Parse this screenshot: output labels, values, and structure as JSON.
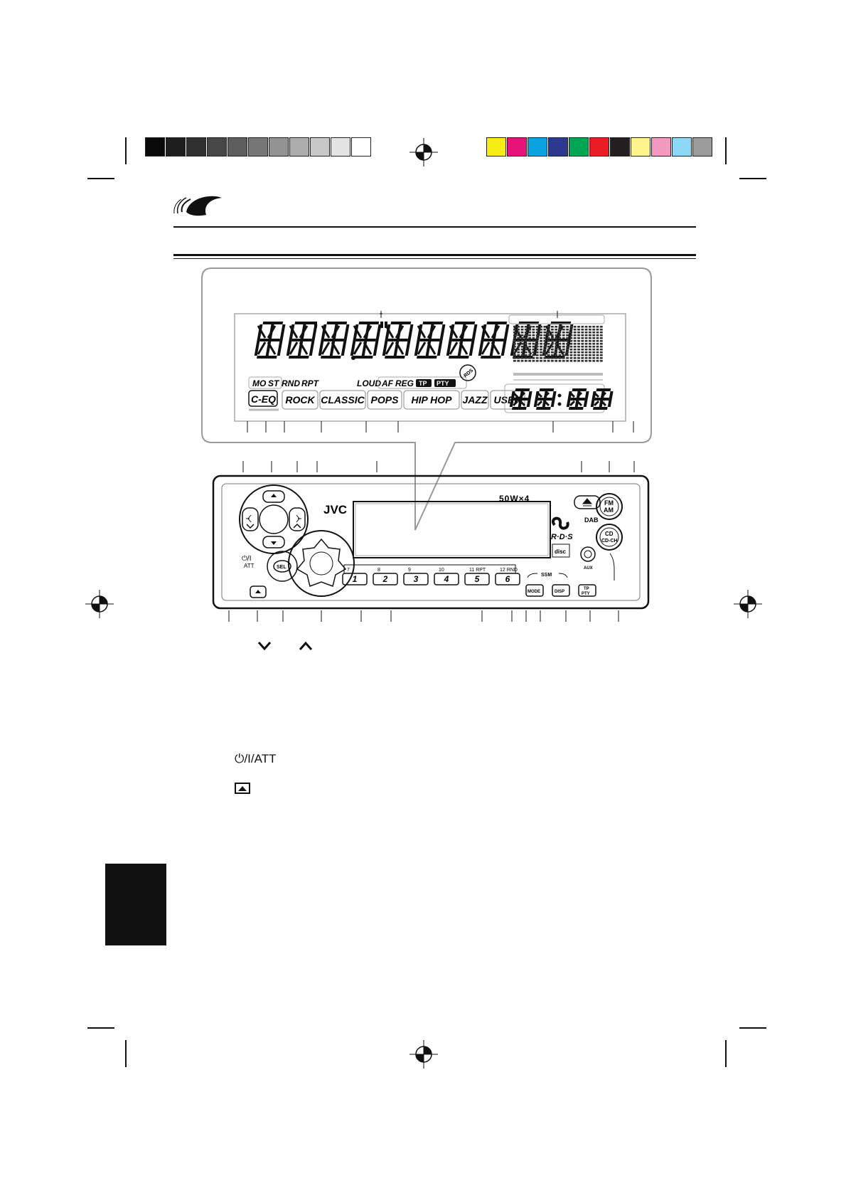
{
  "grayscale_swatches": [
    "#0a0a0a",
    "#1e1e1e",
    "#303030",
    "#474747",
    "#5e5e5e",
    "#777777",
    "#939393",
    "#adadad",
    "#c8c8c8",
    "#e3e3e3",
    "#ffffff"
  ],
  "color_swatches": [
    "#f7ec13",
    "#e8127b",
    "#0aa3e0",
    "#2b3a8f",
    "#00a651",
    "#ec1c24",
    "#231f20",
    "#fdf48c",
    "#f49ac1",
    "#8dd7f7",
    "#9c9c9c"
  ],
  "lcd": {
    "main_segments": "88'88.88\"8888",
    "indicators_left": [
      "MO",
      "ST"
    ],
    "rnd_rpt": [
      "RND",
      "RPT"
    ],
    "loud": "LOUD",
    "af_reg": [
      "AF",
      "REG"
    ],
    "tp": "TP",
    "pty": "PTY",
    "ceq": "C-EQ",
    "eq_modes": [
      "ROCK",
      "CLASSIC",
      "POPS",
      "HIP HOP",
      "JAZZ",
      "USER"
    ],
    "time_segments": "88:88",
    "disc_icon": "RDS"
  },
  "panel": {
    "brand": "JVC",
    "power_rating": "50W×4",
    "rds_logo": "R·D·S",
    "eject_icon": "eject-icon",
    "fm_am": [
      "FM",
      "AM"
    ],
    "dab": "DAB",
    "cd": [
      "CD",
      "CD-CH"
    ],
    "aux": "AUX",
    "sel": "SEL",
    "att": [
      "ATT"
    ],
    "preset_numbers": [
      "1",
      "2",
      "3",
      "4",
      "5",
      "6"
    ],
    "preset_sub": [
      "7",
      "8",
      "9",
      "10",
      "11 RPT",
      "12 RND"
    ],
    "mode": "MODE",
    "disp": "DISP",
    "tp_pty": [
      "TP",
      "PTY"
    ],
    "ssm": "SSM"
  },
  "notes": {
    "down_up_symbols": [
      "⌄",
      "⌃"
    ],
    "att_line": "⏻/I/ATT",
    "eject_symbol": "eject-icon"
  }
}
